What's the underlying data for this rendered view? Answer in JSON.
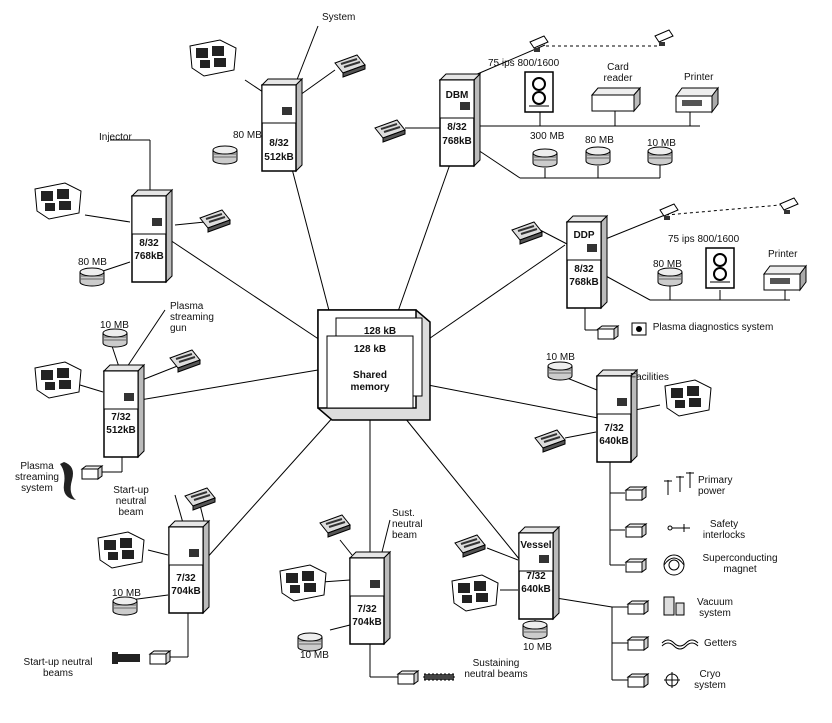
{
  "shared": {
    "mem_back": "128 kB",
    "mem_front": "128 kB",
    "label": "Shared memory"
  },
  "nodes": {
    "system": {
      "label": "System",
      "cpu": "8/32",
      "ram": "512kB",
      "disk": "80 MB"
    },
    "dbm": {
      "tag": "DBM",
      "cpu": "8/32",
      "ram": "768kB",
      "tape": "75 ips 800/1600",
      "card": "Card reader",
      "printer": "Printer",
      "disk1": "300 MB",
      "disk2": "80 MB",
      "disk3": "10 MB"
    },
    "injector": {
      "label": "Injector",
      "cpu": "8/32",
      "ram": "768kB",
      "disk": "80 MB"
    },
    "ddp": {
      "tag": "DDP",
      "cpu": "8/32",
      "ram": "768kB",
      "tape": "75 ips 800/1600",
      "disk": "80 MB",
      "printer": "Printer",
      "diag": "Plasma diagnostics system"
    },
    "gun": {
      "label": "Plasma streaming gun",
      "cpu": "7/32",
      "ram": "512kB",
      "disk": "10 MB",
      "sys": "Plasma streaming system"
    },
    "facilities": {
      "label": "Facilities",
      "cpu": "7/32",
      "ram": "640kB",
      "disk": "10 MB",
      "items": [
        "Primary power",
        "Safety interlocks",
        "Superconducting magnet"
      ]
    },
    "startup": {
      "label": "Start-up neutral beam",
      "cpu": "7/32",
      "ram": "704kB",
      "disk": "10 MB",
      "beams": "Start-up neutral beams"
    },
    "sust": {
      "label": "Sust. neutral beam",
      "cpu": "7/32",
      "ram": "704kB",
      "disk": "10 MB",
      "beams": "Sustaining neutral beams"
    },
    "vessel": {
      "tag": "Vessel",
      "cpu": "7/32",
      "ram": "640kB",
      "disk": "10 MB",
      "items": [
        "Vacuum system",
        "Getters",
        "Cryo system"
      ]
    }
  }
}
